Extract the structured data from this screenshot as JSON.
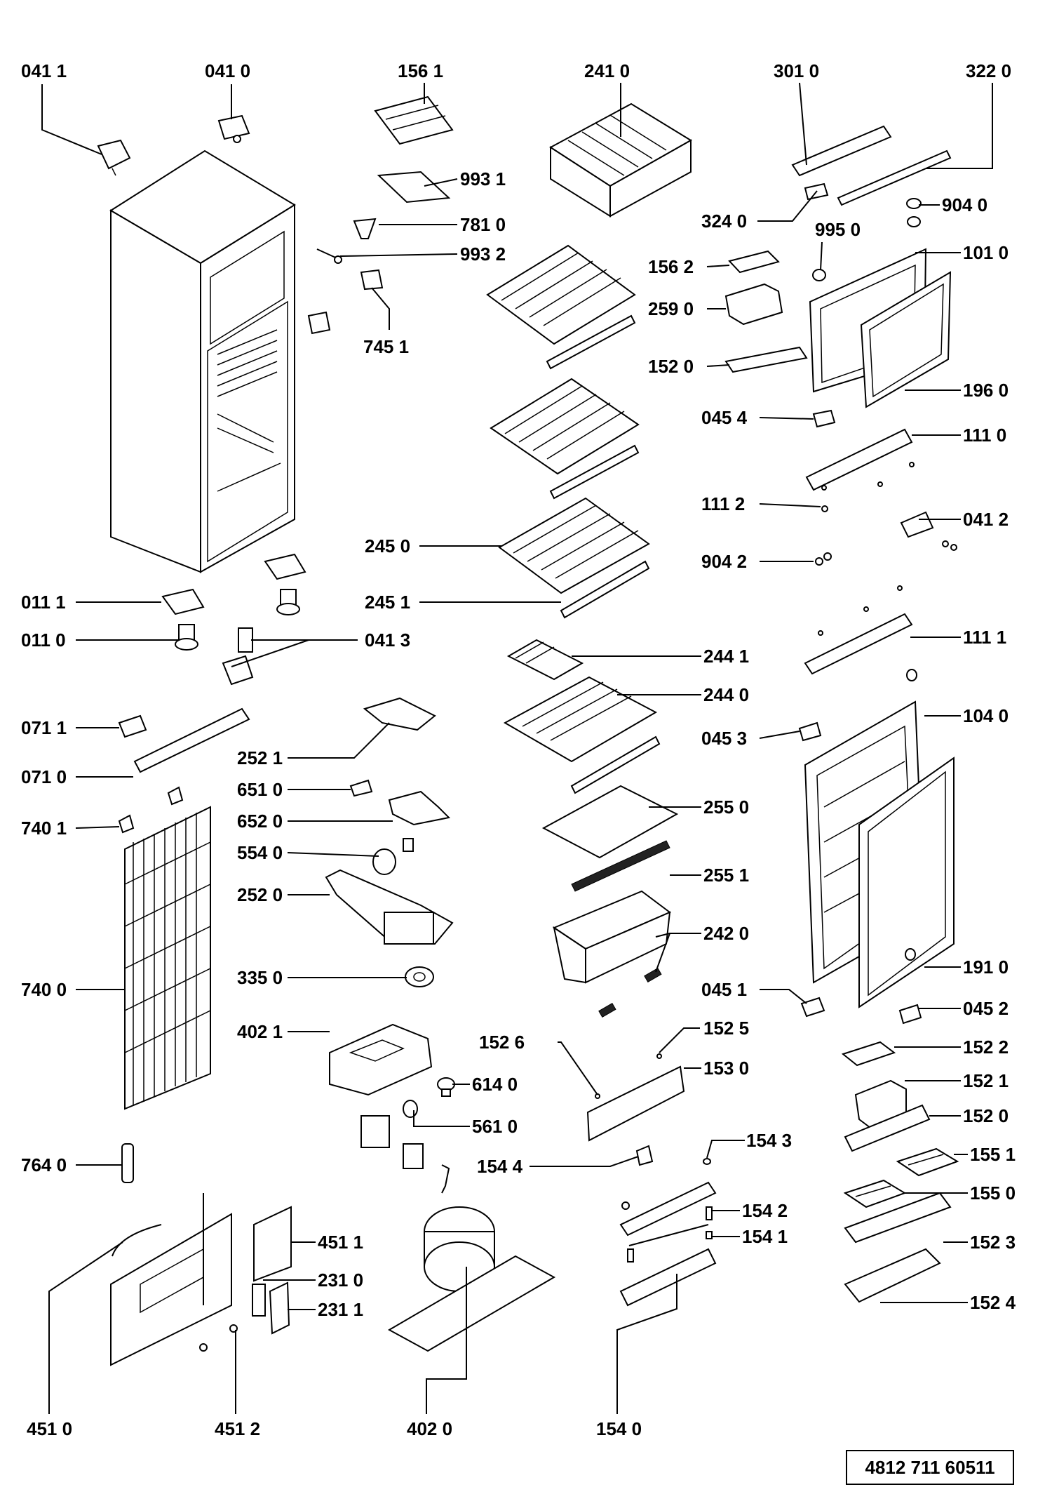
{
  "doc_number": "4812 711 60511",
  "labels": {
    "l0411": "041 1",
    "l0410": "041 0",
    "l1561": "156 1",
    "l2410": "241 0",
    "l3010": "301 0",
    "l3220": "322 0",
    "l9931": "993 1",
    "l7810": "781 0",
    "l9932": "993 2",
    "l7451": "745 1",
    "l9040": "904 0",
    "l3240": "324 0",
    "l9950": "995 0",
    "l1010": "101 0",
    "l1562": "156 2",
    "l2590": "259 0",
    "l1520a": "152 0",
    "l1960": "196 0",
    "l0454": "045 4",
    "l1110": "111 0",
    "l1112": "111 2",
    "l0412": "041 2",
    "l9042": "904 2",
    "l2450": "245 0",
    "l2451": "245 1",
    "l0111": "011 1",
    "l0110": "011 0",
    "l0413": "041 3",
    "l1111": "111 1",
    "l2441": "244 1",
    "l2440": "244 0",
    "l0711": "071 1",
    "l0710": "071 0",
    "l2521": "252 1",
    "l0453": "045 3",
    "l1040": "104 0",
    "l6510": "651 0",
    "l6520": "652 0",
    "l2550": "255 0",
    "l7401": "740 1",
    "l5540": "554 0",
    "l2551": "255 1",
    "l2520": "252 0",
    "l2420": "242 0",
    "l7400": "740 0",
    "l3350": "335 0",
    "l1910": "191 0",
    "l0451": "045 1",
    "l0452": "045 2",
    "l4021": "402 1",
    "l1526": "152 6",
    "l1525": "152 5",
    "l1522": "152 2",
    "l6140": "614 0",
    "l1530": "153 0",
    "l1521": "152 1",
    "l5610": "561 0",
    "l1520b": "152 0",
    "l7640": "764 0",
    "l1544": "154 4",
    "l1543": "154 3",
    "l1551": "155 1",
    "l1550": "155 0",
    "l1542": "154 2",
    "l4511": "451 1",
    "l1541": "154 1",
    "l1523": "152 3",
    "l2310": "231 0",
    "l2311": "231 1",
    "l1524": "152 4",
    "l4510": "451 0",
    "l4512": "451 2",
    "l4020": "402 0",
    "l1540": "154 0"
  }
}
